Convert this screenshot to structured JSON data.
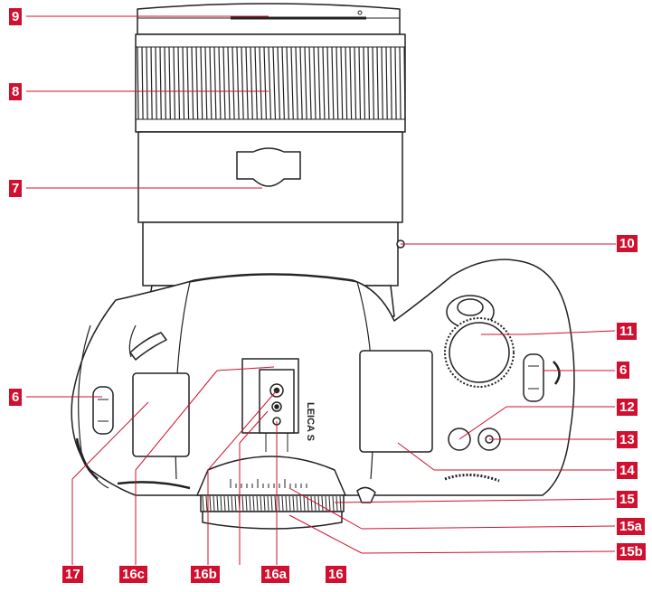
{
  "diagram": {
    "accent_color": "#d0102e",
    "body_text": "LEICA S",
    "callouts": [
      {
        "id": "c9",
        "label": "9"
      },
      {
        "id": "c8",
        "label": "8"
      },
      {
        "id": "c7",
        "label": "7"
      },
      {
        "id": "c10",
        "label": "10"
      },
      {
        "id": "c11",
        "label": "11"
      },
      {
        "id": "c6r",
        "label": "6"
      },
      {
        "id": "c6l",
        "label": "6"
      },
      {
        "id": "c12",
        "label": "12"
      },
      {
        "id": "c13",
        "label": "13"
      },
      {
        "id": "c14",
        "label": "14"
      },
      {
        "id": "c15",
        "label": "15"
      },
      {
        "id": "c15a",
        "label": "15a"
      },
      {
        "id": "c15b",
        "label": "15b"
      },
      {
        "id": "c17",
        "label": "17"
      },
      {
        "id": "c16c",
        "label": "16c"
      },
      {
        "id": "c16b",
        "label": "16b"
      },
      {
        "id": "c16a",
        "label": "16a"
      },
      {
        "id": "c16",
        "label": "16"
      }
    ]
  }
}
